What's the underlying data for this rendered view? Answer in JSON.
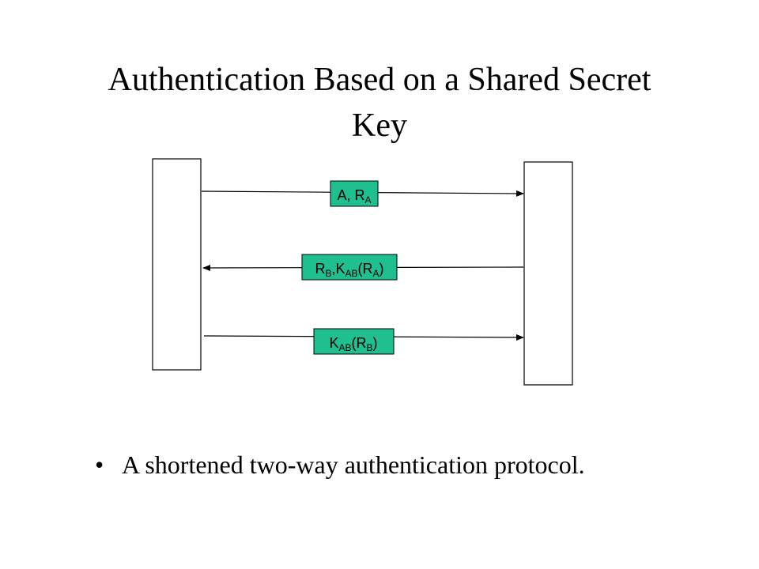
{
  "slide": {
    "title_line1": "Authentication Based on a Shared Secret",
    "title_line2": "Key"
  },
  "diagram": {
    "message_fill": "#1fbf8f",
    "messages": [
      {
        "direction": "right",
        "parts": [
          {
            "t": "A, R"
          },
          {
            "t": "A",
            "sub": true
          }
        ]
      },
      {
        "direction": "left",
        "parts": [
          {
            "t": "R"
          },
          {
            "t": "B",
            "sub": true
          },
          {
            "t": ",K"
          },
          {
            "t": "AB",
            "sub": true
          },
          {
            "t": "(R"
          },
          {
            "t": "A",
            "sub": true
          },
          {
            "t": ")"
          }
        ]
      },
      {
        "direction": "right",
        "parts": [
          {
            "t": "K"
          },
          {
            "t": "AB",
            "sub": true
          },
          {
            "t": "(R"
          },
          {
            "t": "B",
            "sub": true
          },
          {
            "t": ")"
          }
        ]
      }
    ]
  },
  "bullets": [
    {
      "text": "A shortened two-way authentication protocol."
    }
  ]
}
